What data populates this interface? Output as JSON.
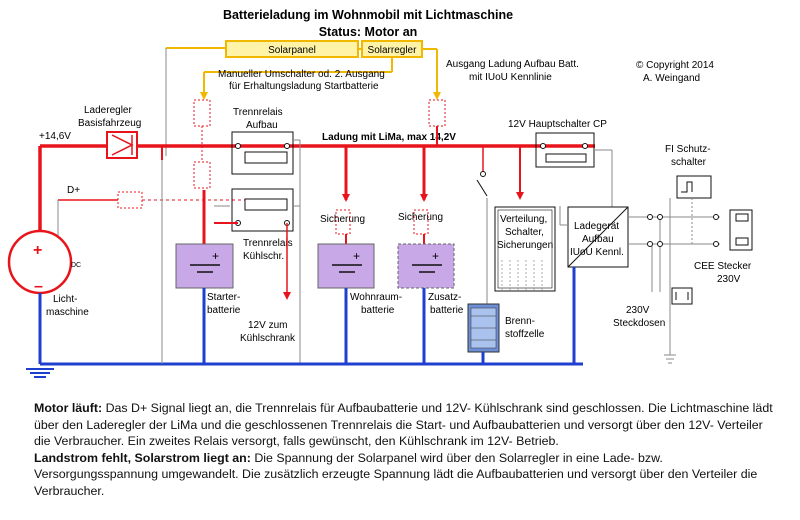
{
  "title": "Batterieladung im Wohnmobil mit Lichtmaschine",
  "status": "Status: Motor an",
  "copyright": {
    "line1": "© Copyright 2014",
    "line2": "A. Weingand"
  },
  "labels": {
    "solarpanel": "Solarpanel",
    "solarregler": "Solarregler",
    "manuell1": "Manueller Umschalter od. 2. Ausgang",
    "manuell2": "für Erhaltungsladung Startbatterie",
    "ausgang1": "Ausgang Ladung Aufbau Batt.",
    "ausgang2": "mit IUoU Kennlinie",
    "laderegler1": "Laderegler",
    "laderegler2": "Basisfahrzeug",
    "v146": "+14,6V",
    "dplus": "D+",
    "dc": "DC",
    "lima1": "Licht-",
    "lima2": "maschine",
    "trennrelais_aufbau1": "Trennrelais",
    "trennrelais_aufbau2": "Aufbau",
    "ladung": "Ladung mit LiMa, max 14,2V",
    "hauptschalter": "12V Hauptschalter CP",
    "fi1": "FI Schutz-",
    "fi2": "schalter",
    "trennrelais_kuehl1": "Trennrelais",
    "trennrelais_kuehl2": "Kühlschr.",
    "starter1": "Starter-",
    "starter2": "batterie",
    "kuehl1": "12V zum",
    "kuehl2": "Kühlschrank",
    "sicherung_w": "Sicherung",
    "sicherung_z": "Sicherung",
    "wohn1": "Wohnraum-",
    "wohn2": "batterie",
    "zusatz1": "Zusatz-",
    "zusatz2": "batterie",
    "brenn1": "Brenn-",
    "brenn2": "stoffzelle",
    "vert1": "Verteilung,",
    "vert2": "Schalter,",
    "vert3": "Sicherungen",
    "lade1": "Ladegerät",
    "lade2": "Aufbau",
    "lade3": "IUoU Kennl.",
    "cee1": "CEE Stecker",
    "cee2": "230V",
    "steck1": "230V",
    "steck2": "Steckdosen"
  },
  "description": {
    "p1_head": "Motor läuft:",
    "p1_text": " Das D+ Signal liegt an, die Trennrelais für Aufbaubatterie und 12V- Kühlschrank sind geschlossen. Die Lichtmaschine lädt über den Laderegler der LiMa und die geschlossenen Trennrelais die Start- und Aufbaubatterien und versorgt über den 12V- Verteiler die Verbraucher. Ein zweites Relais versorgt, falls gewünscht, den Kühlschrank im 12V- Betrieb.",
    "p2_head": "Landstrom fehlt, Solarstrom liegt an:",
    "p2_text": " Die Spannung der Solarpanel wird über den Solarregler in eine Lade- bzw. Versorgungsspannung umgewandelt. Die zusätzlich erzeugte Spannung lädt die Aufbaubatterien und versorgt über den Verteiler die Verbraucher."
  },
  "colors": {
    "charge": "#e8141b",
    "ground": "#1f3fcf",
    "battery": "#c8a8e6",
    "solar": "#fff3a8",
    "solar_line": "#f0b800"
  }
}
